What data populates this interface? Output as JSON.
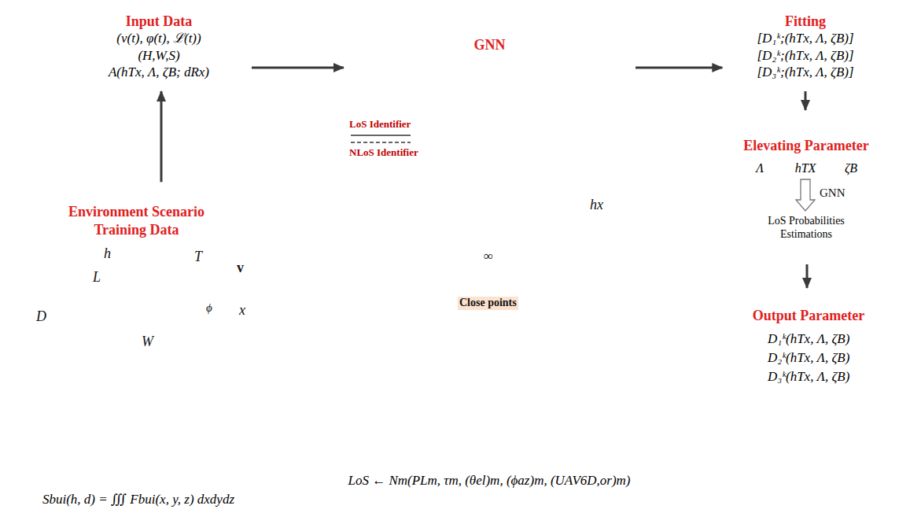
{
  "diagram": {
    "nodes": [
      {
        "text": [
          "Input Data",
          "(ν(t), φ(t), ℒ(t))",
          "(H,W,S)",
          "A(hTx, Λ, ζB; dRx)"
        ]
      },
      {
        "text": [
          "Environment Scenario Training Data"
        ]
      },
      {
        "text": [
          "Sbui(h, d) = ∭ Fbui(x, y, z) dxdydz"
        ]
      },
      {
        "text": [
          "GNN"
        ]
      },
      {
        "text": [
          "LoS ← Nm(PLm, τm, (θel)m, (ϕaz)m, (UAV6D,or)m)"
        ]
      },
      {
        "text": [
          "Fitting",
          "[D₁ᵏ;(hTx, Λ, ζB)]",
          "[D₂ᵏ;(hTx, Λ, ζB)]",
          "[D₃ᵏ;(hTx, Λ, ζB)]"
        ]
      },
      {
        "text": [
          "Elevating Parameter"
        ]
      },
      {
        "text": [
          "Λ"
        ],
        "in": 6
      },
      {
        "text": [
          "hTX"
        ],
        "in": 6
      },
      {
        "text": [
          "ζB"
        ],
        "in": 6
      },
      {
        "text": [
          "LoS Probabilities Estimations"
        ],
        "in": 6
      },
      {
        "text": [
          "Output Parameter",
          "D₁ᵏ(hTx, Λ, ζB)",
          "D₂ᵏ(hTx, Λ, ζB)",
          "D₃ᵏ(hTx, Λ, ζB)"
        ]
      }
    ],
    "edges": [
      {
        "from": 1,
        "to": 0,
        "arrow": "to"
      },
      {
        "from": 0,
        "to": 3,
        "arrow": "to"
      },
      {
        "from": 3,
        "to": 5,
        "arrow": "to"
      },
      {
        "from": 5,
        "to": 6,
        "arrow": "to"
      },
      {
        "from": 8,
        "to": 10,
        "arrow": "to",
        "label": "GNN"
      },
      {
        "from": 6,
        "to": 11,
        "arrow": "to"
      }
    ],
    "labels": [
      "h",
      "L",
      "T",
      "v",
      "ϕ",
      "x",
      "D",
      "W",
      "∞",
      "Close points",
      "hx"
    ],
    "legend": [
      {
        "text": "LoS Identifier"
      },
      {
        "text": "NLoS Identifier"
      }
    ]
  }
}
